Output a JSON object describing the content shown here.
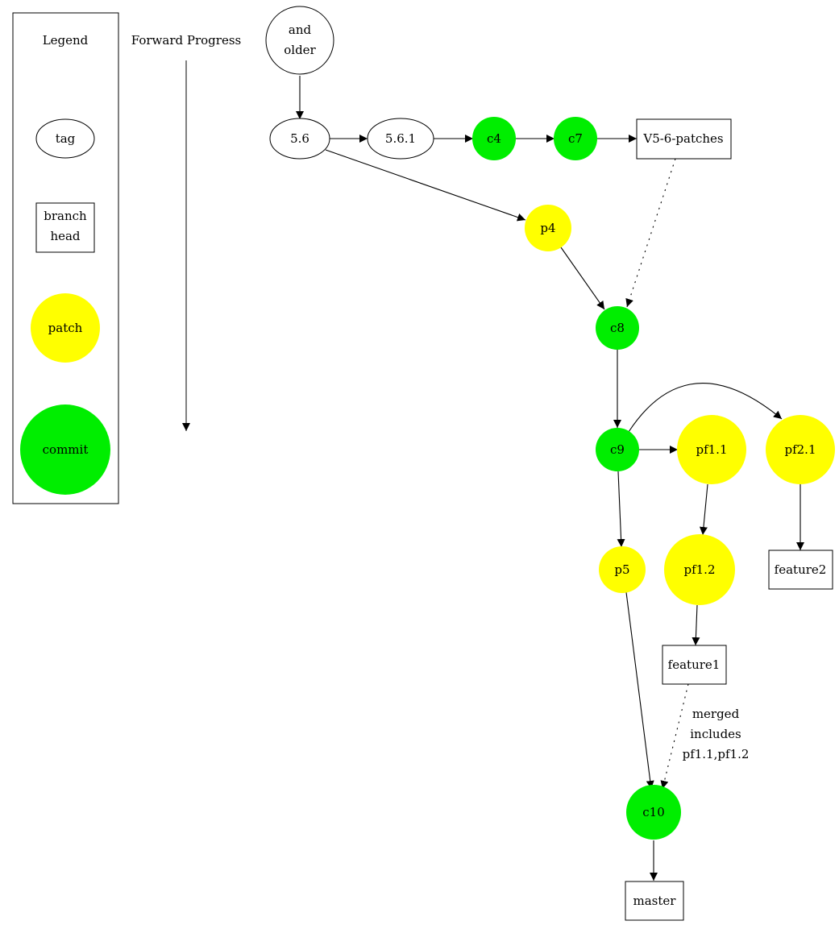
{
  "legend": {
    "title": "Legend",
    "items": {
      "tag": "tag",
      "branch_head_line1": "branch",
      "branch_head_line2": "head",
      "patch": "patch",
      "commit": "commit"
    }
  },
  "forward_progress": {
    "label": "Forward Progress"
  },
  "colors": {
    "commit": "#00ee00",
    "patch": "#ffff00",
    "stroke": "#000000",
    "background": "#ffffff"
  },
  "nodes": {
    "and_older_line1": "and",
    "and_older_line2": "older",
    "tag_5_6": "5.6",
    "tag_5_6_1": "5.6.1",
    "c4": "c4",
    "c7": "c7",
    "v5_6_patches": "V5-6-patches",
    "p4": "p4",
    "c8": "c8",
    "c9": "c9",
    "pf1_1": "pf1.1",
    "pf2_1": "pf2.1",
    "p5": "p5",
    "pf1_2": "pf1.2",
    "feature2": "feature2",
    "feature1": "feature1",
    "c10": "c10",
    "master": "master"
  },
  "edge_labels": {
    "merge_line1": "merged",
    "merge_line2": "includes",
    "merge_line3": "pf1.1,pf1.2"
  }
}
